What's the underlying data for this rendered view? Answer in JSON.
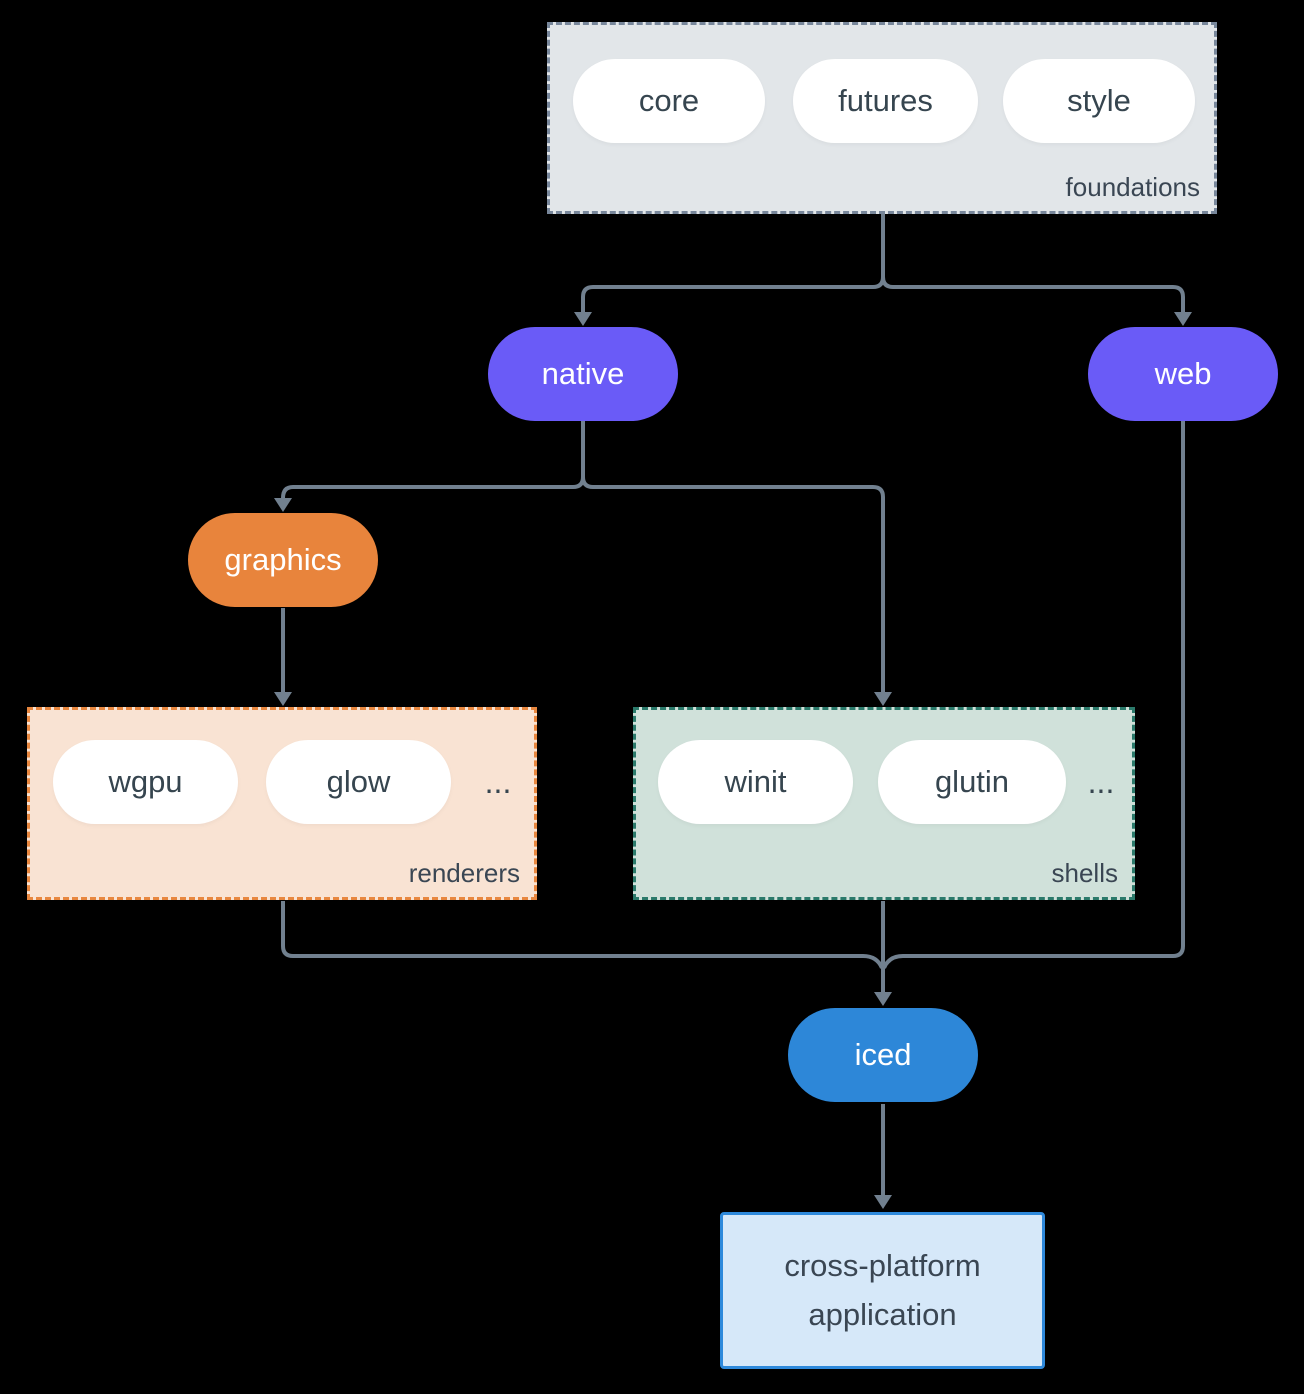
{
  "colors": {
    "background": "#000000",
    "arrow": "#71808F",
    "foundations_bg": "#E2E6E9",
    "foundations_border": "#78879B",
    "pill_bg": "#FFFFFF",
    "pill_text": "#36454F",
    "label_text": "#3A4653",
    "node_text": "#FFFFFF",
    "native_bg": "#6A5BF7",
    "web_bg": "#6A5BF7",
    "graphics_bg": "#E8843C",
    "renderers_bg": "#F9E3D3",
    "renderers_border": "#E8873F",
    "shells_bg": "#D0E1DA",
    "shells_border": "#2B7A6B",
    "iced_bg": "#2D87D8",
    "app_bg": "#D6E8F9",
    "app_border": "#2E89DB"
  },
  "groups": {
    "foundations": {
      "label": "foundations",
      "pills": [
        "core",
        "futures",
        "style"
      ]
    },
    "renderers": {
      "label": "renderers",
      "pills": [
        "wgpu",
        "glow"
      ],
      "ellipsis": "..."
    },
    "shells": {
      "label": "shells",
      "pills": [
        "winit",
        "glutin"
      ],
      "ellipsis": "..."
    }
  },
  "nodes": {
    "native": "native",
    "web": "web",
    "graphics": "graphics",
    "iced": "iced"
  },
  "app": {
    "title": "cross-platform application"
  }
}
